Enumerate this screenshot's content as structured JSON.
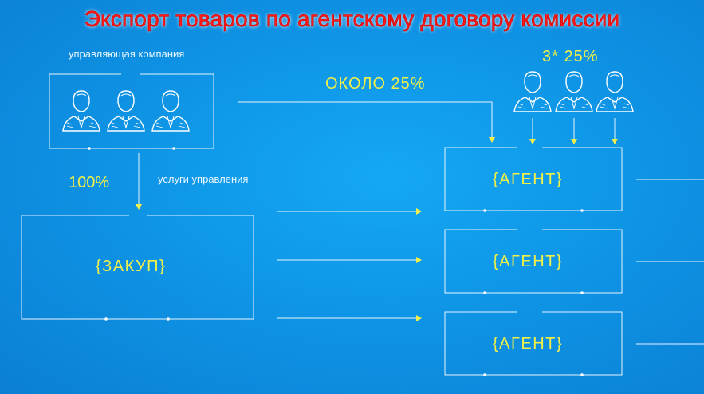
{
  "title": "Экспорт товаров по агентскому договору комиссии",
  "management": {
    "label": "управляющая компания",
    "percent": "100%",
    "service_label": "услуги управления"
  },
  "center": {
    "label": "ОКОЛО 25%"
  },
  "agents_top": {
    "label": "3* 25%"
  },
  "purchase": {
    "label": "{ЗАКУП}"
  },
  "agents": [
    {
      "label": "{АГЕНТ}"
    },
    {
      "label": "{АГЕНТ}"
    },
    {
      "label": "{АГЕНТ}"
    }
  ],
  "colors": {
    "title": "#ff1a1a",
    "accent": "#f1f04a",
    "line": "#ffffff",
    "background": "#0f95e6"
  }
}
